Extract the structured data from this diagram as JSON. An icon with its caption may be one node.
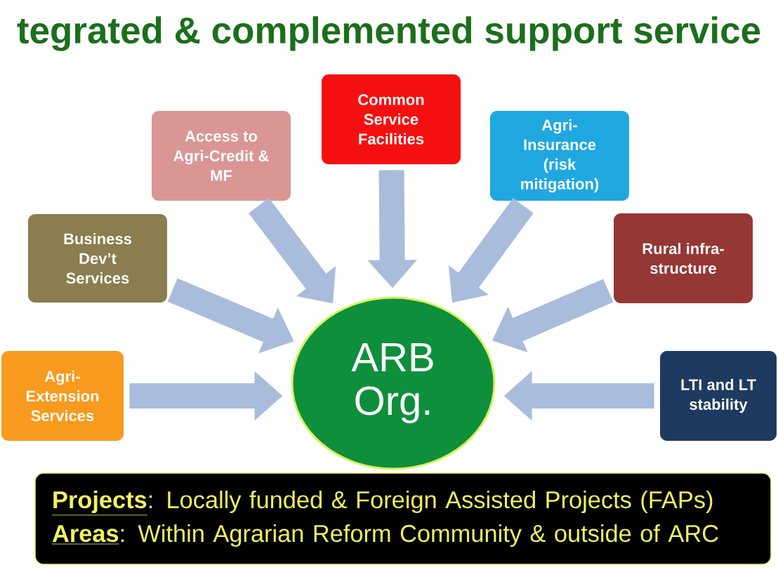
{
  "diagram": {
    "title": "tegrated & complemented support service",
    "nodes": [
      {
        "text": [
          "Agri- Extension Services"
        ]
      },
      {
        "text": [
          "Business Dev’t Services"
        ]
      },
      {
        "text": [
          "Access to Agri-Credit & MF"
        ]
      },
      {
        "text": [
          "Common Service Facilities"
        ]
      },
      {
        "text": [
          "Agri- Insurance (risk mitigation)"
        ]
      },
      {
        "text": [
          "Rural infra- structure"
        ]
      },
      {
        "text": [
          "LTI and LT stability"
        ]
      },
      {
        "text": [
          "ARB Org."
        ]
      },
      {
        "text": [
          "**Projects**: Locally funded & Foreign Assisted Projects (FAPs)",
          "**Areas**: Within Agrarian Reform Community & outside of ARC"
        ]
      }
    ],
    "edges": [
      {
        "from": 0,
        "to": 7,
        "arrow": "to"
      },
      {
        "from": 1,
        "to": 7,
        "arrow": "to"
      },
      {
        "from": 2,
        "to": 7,
        "arrow": "to"
      },
      {
        "from": 3,
        "to": 7,
        "arrow": "to"
      },
      {
        "from": 4,
        "to": 7,
        "arrow": "to"
      },
      {
        "from": 5,
        "to": 7,
        "arrow": "to"
      },
      {
        "from": 6,
        "to": 7,
        "arrow": "to"
      }
    ]
  }
}
